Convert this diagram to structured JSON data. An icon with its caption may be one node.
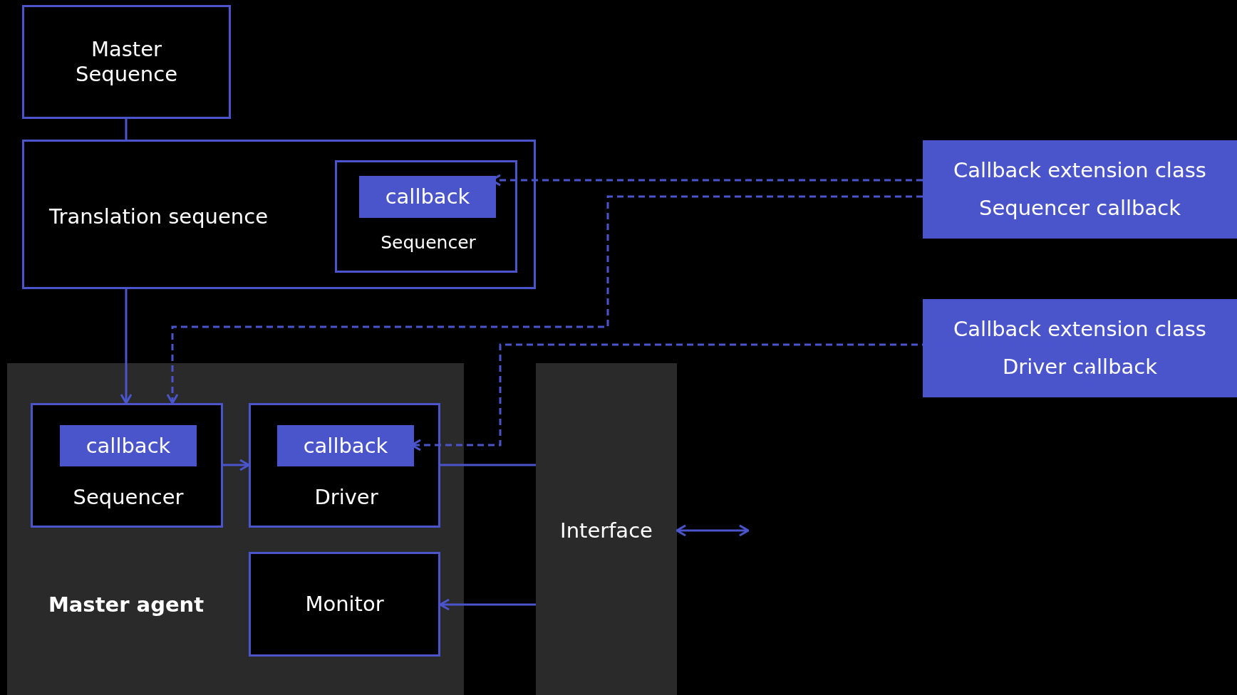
{
  "diagram": {
    "nodes": [
      {
        "text": [
          "Master Sequence"
        ]
      },
      {
        "text": [
          "Translation sequence"
        ]
      },
      {
        "text": [
          "Sequencer"
        ],
        "in": 1
      },
      {
        "text": [
          "callback"
        ],
        "in": 2
      },
      {
        "text": [
          "Callback extension class",
          "Sequencer callback"
        ]
      },
      {
        "text": [
          "Callback extension class",
          "Driver callback"
        ]
      },
      {
        "text": [
          "Master agent"
        ]
      },
      {
        "text": [
          "Sequencer"
        ],
        "in": 6
      },
      {
        "text": [
          "callback"
        ],
        "in": 7
      },
      {
        "text": [
          "Driver"
        ],
        "in": 6
      },
      {
        "text": [
          "callback"
        ],
        "in": 9
      },
      {
        "text": [
          "Monitor"
        ],
        "in": 6
      },
      {
        "text": [
          "Interface"
        ]
      }
    ],
    "edges": [
      {
        "from": 0,
        "to": 1,
        "arrow": "none"
      },
      {
        "from": 4,
        "to": 3,
        "arrow": "to",
        "style": "dashed"
      },
      {
        "from": 4,
        "to": 7,
        "arrow": "to",
        "style": "dashed"
      },
      {
        "from": 1,
        "to": 7,
        "arrow": "to"
      },
      {
        "from": 7,
        "to": 9,
        "arrow": "to"
      },
      {
        "from": 5,
        "to": 10,
        "arrow": "to",
        "style": "dashed"
      },
      {
        "from": 9,
        "to": 12,
        "arrow": "none"
      },
      {
        "from": 12,
        "to": 11,
        "arrow": "to"
      },
      {
        "from": 12,
        "to": null,
        "arrow": "both"
      }
    ]
  }
}
